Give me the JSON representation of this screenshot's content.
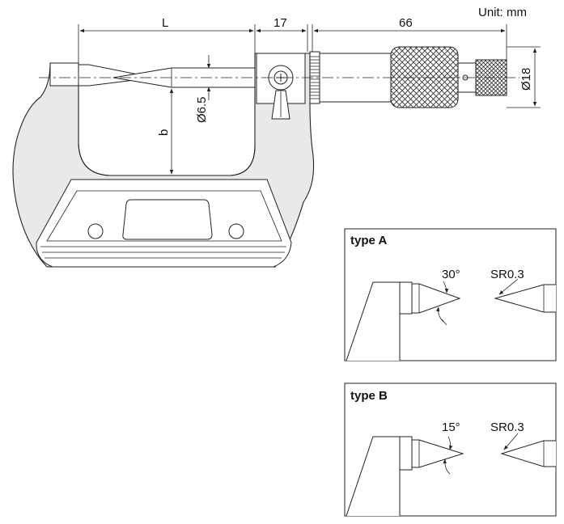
{
  "unit_label": "Unit: mm",
  "dimensions": {
    "length": "L",
    "spindle_offset": "17",
    "thimble_length": "66",
    "thimble_diameter": "Ø18",
    "spindle_diameter": "Ø6.5",
    "frame_depth": "b"
  },
  "type_a": {
    "title": "type A",
    "angle": "30°",
    "radius": "SR0.3"
  },
  "type_b": {
    "title": "type B",
    "angle": "15°",
    "radius": "SR0.3"
  }
}
